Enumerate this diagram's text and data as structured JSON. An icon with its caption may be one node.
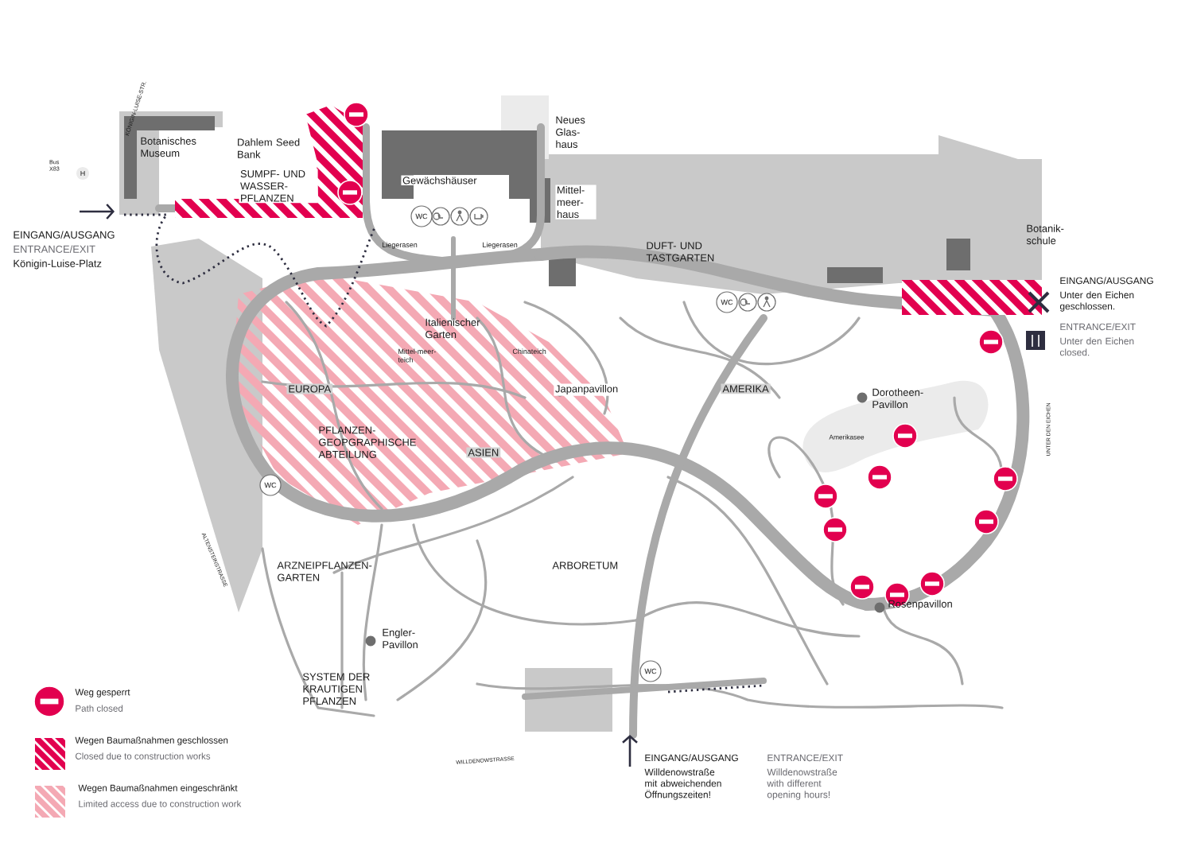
{
  "diagram": {
    "labels": [
      "KÖNIGIN-LUISE-STR.",
      "Neues Glas-haus",
      "Botanisches Museum",
      "Dahlem Seed Bank",
      "Bus X83",
      "H",
      "SUMPF- UND WASSER-PFLANZEN",
      "Gewächshäuser",
      "Mittel-meer-haus",
      "WC",
      "EINGANG/AUSGANG",
      "ENTRANCE/EXIT",
      "Königin-Luise-Platz",
      "Botanik-schule",
      "Liegerasen",
      "Liegerasen",
      "DUFT- UND TASTGARTEN",
      "EINGANG/AUSGANG",
      "Unter den Eichen geschlossen.",
      "ENTRANCE/EXIT",
      "Unter den Eichen closed.",
      "WC",
      "Italienischer Garten",
      "Mittel-meer-teich",
      "Chinateich",
      "EUROPA",
      "Japanpavillon",
      "AMERIKA",
      "Dorotheen-Pavillon",
      "Amerikasee",
      "UNTER DEN EICHEN",
      "PFLANZEN-GEOPGRAPHISCHE ABTEILUNG",
      "ASIEN",
      "WC",
      "ALTENSTEINSTRASSE",
      "ARZNEIPFLANZEN-GARTEN",
      "ARBORETUM",
      "Rosenpavillon",
      "Engler-Pavillon",
      "SYSTEM DER KRAUTIGEN PFLANZEN",
      "WC",
      "WILLDENOWSTRASSE",
      "EINGANG/AUSGANG",
      "Willdenowstraße mit abweichenden Öffnungszeiten!",
      "ENTRANCE/EXIT",
      "Willdenowstraße with different opening hours!"
    ],
    "legend": [
      {
        "text": "Weg gesperrt"
      },
      {
        "text": "Path closed"
      },
      {
        "text": "Wegen Baumaßnahmen geschlossen"
      },
      {
        "text": "Closed due to construction works"
      },
      {
        "text": "Wegen Baumaßnahmen eingeschränkt"
      },
      {
        "text": "Limited access due to construction work"
      }
    ]
  }
}
